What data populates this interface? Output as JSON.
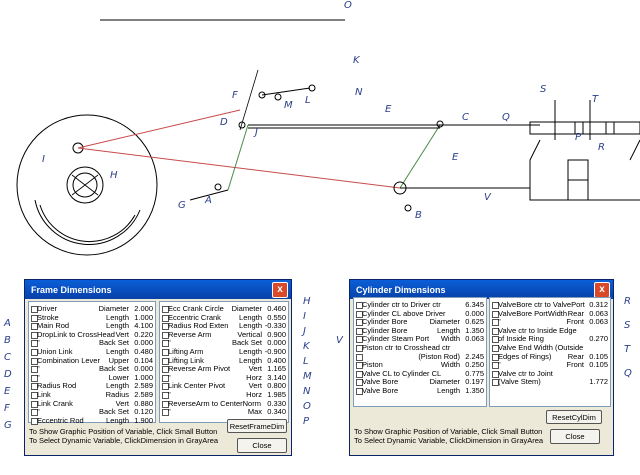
{
  "diagram": {
    "labels": [
      "A",
      "B",
      "C",
      "D",
      "E",
      "E",
      "F",
      "G",
      "H",
      "I",
      "J",
      "K",
      "L",
      "M",
      "N",
      "O",
      "P",
      "Q",
      "R",
      "S",
      "T",
      "V"
    ]
  },
  "frame": {
    "title": "Frame Dimensions",
    "close_x": "x",
    "left_rows": [
      {
        "label": "Driver",
        "sub": "Diameter",
        "value": "2.000"
      },
      {
        "label": "Stroke",
        "sub": "Length",
        "value": "1.000"
      },
      {
        "label": "Main Rod",
        "sub": "Length",
        "value": "4.100"
      },
      {
        "label": "DropLink to CrossHead",
        "sub": "Vert",
        "value": "0.220"
      },
      {
        "label": "\"",
        "sub": "Back Set",
        "value": "0.000"
      },
      {
        "label": "Union Link",
        "sub": "Length",
        "value": "0.480"
      },
      {
        "label": "Combination Lever",
        "sub": "Upper",
        "value": "0.104"
      },
      {
        "label": "\"",
        "sub": "Back Set",
        "value": "0.000"
      },
      {
        "label": "\"",
        "sub": "Lower",
        "value": "1.000"
      },
      {
        "label": "Radius Rod",
        "sub": "Length",
        "value": "2.589"
      },
      {
        "label": "Link",
        "sub": "Radius",
        "value": "2.589"
      },
      {
        "label": "Link Crank",
        "sub": "Vert",
        "value": "0.880"
      },
      {
        "label": "\"",
        "sub": "Back Set",
        "value": "0.120"
      },
      {
        "label": "Eccentric Rod",
        "sub": "Length",
        "value": "1.900"
      }
    ],
    "right_rows": [
      {
        "label": "Ecc Crank Circle",
        "sub": "Diameter",
        "value": "0.460"
      },
      {
        "label": "Eccentric Crank",
        "sub": "Length",
        "value": "0.550"
      },
      {
        "label": "Radius Rod Exten",
        "sub": "Length",
        "value": "-0.330"
      },
      {
        "label": "Reverse Arm",
        "sub": "Vertical",
        "value": "0.900"
      },
      {
        "label": "\"",
        "sub": "Back Set",
        "value": "0.000"
      },
      {
        "label": "Lifting Arm",
        "sub": "Length",
        "value": "-0.900"
      },
      {
        "label": "Lifting Link",
        "sub": "Length",
        "value": "0.400"
      },
      {
        "label": "Reverse Arm Pivot",
        "sub": "Vert",
        "value": "1.165"
      },
      {
        "label": "\"",
        "sub": "Horz",
        "value": "3.140"
      },
      {
        "label": "Link Center Pivot",
        "sub": "Vert",
        "value": "0.800"
      },
      {
        "label": "\"",
        "sub": "Horz",
        "value": "1.985"
      },
      {
        "label": "ReverseArm to CenterNorm",
        "sub": "",
        "value": "0.330"
      },
      {
        "label": "\"",
        "sub": "Max",
        "value": "0.340"
      }
    ],
    "reset_label": "ResetFrameDim",
    "note1": "To Show Graphic Position of Variable, Click Small Button",
    "note2": "To Select Dynamic Variable, ClickDimension in GrayArea",
    "close_label": "Close"
  },
  "cylinder": {
    "title": "Cylinder Dimensions",
    "close_x": "x",
    "left_rows": [
      {
        "label": "Cylinder ctr to Driver ctr",
        "sub": "",
        "value": "6.345"
      },
      {
        "label": "Cylinder CL above Driver",
        "sub": "",
        "value": "0.000"
      },
      {
        "label": "Cylinder Bore",
        "sub": "Diameter",
        "value": "0.625"
      },
      {
        "label": "Cylinder Bore",
        "sub": "Length",
        "value": "1.350"
      },
      {
        "label": "Cylinder Steam Port",
        "sub": "Width",
        "value": "0.063"
      },
      {
        "label": "Piston ctr to Crosshead ctr",
        "sub": "",
        "value": ""
      },
      {
        "label": "",
        "sub": "(Piston Rod)",
        "value": "2.245"
      },
      {
        "label": "Piston",
        "sub": "Width",
        "value": "0.250"
      },
      {
        "label": "Valve CL to Cylinder CL",
        "sub": "",
        "value": "0.775"
      },
      {
        "label": "Valve Bore",
        "sub": "Diameter",
        "value": "0.197"
      },
      {
        "label": "Valve Bore",
        "sub": "Length",
        "value": "1.350"
      }
    ],
    "right_rows": [
      {
        "label": "ValveBore ctr to ValvePort",
        "sub": "",
        "value": "0.312"
      },
      {
        "label": "ValveBore PortWidth",
        "sub": "Rear",
        "value": "0.063"
      },
      {
        "label": "\"",
        "sub": "Front",
        "value": "0.063"
      },
      {
        "label": "Valve ctr to Inside Edge",
        "sub": "",
        "value": ""
      },
      {
        "label": "of Inside Ring",
        "sub": "",
        "value": "0.270"
      },
      {
        "label": "Valve End Width (Outside",
        "sub": "",
        "value": ""
      },
      {
        "label": "Edges of Rings)",
        "sub": "Rear",
        "value": "0.105"
      },
      {
        "label": "\"",
        "sub": "Front",
        "value": "0.105"
      },
      {
        "label": "Valve ctr to Joint",
        "sub": "",
        "value": ""
      },
      {
        "label": "(Valve Stem)",
        "sub": "",
        "value": "1.772"
      }
    ],
    "reset_label": "ResetCylDim",
    "note1": "To Show Graphic Position of Variable, Click Small Button",
    "note2": "To Select Dynamic Variable, ClickDimension in GrayArea",
    "close_label": "Close"
  },
  "margin_labels_frame": [
    "H",
    "I",
    "J",
    "K",
    "L",
    "M",
    "N",
    "O",
    "P"
  ],
  "margin_labels_frame_left": [
    "A",
    "B",
    "C",
    "D",
    "E",
    "F",
    "G"
  ],
  "margin_labels_cyl_left": [
    "V"
  ],
  "margin_labels_cyl_right": [
    "R",
    "S",
    "T",
    "Q"
  ],
  "colors": {
    "title": "#0a5fd8",
    "window": "#ece9d8",
    "rod_red": "#c84a4a",
    "ink_blue": "#2b3f8a",
    "rod_green": "#4a8a4a"
  }
}
